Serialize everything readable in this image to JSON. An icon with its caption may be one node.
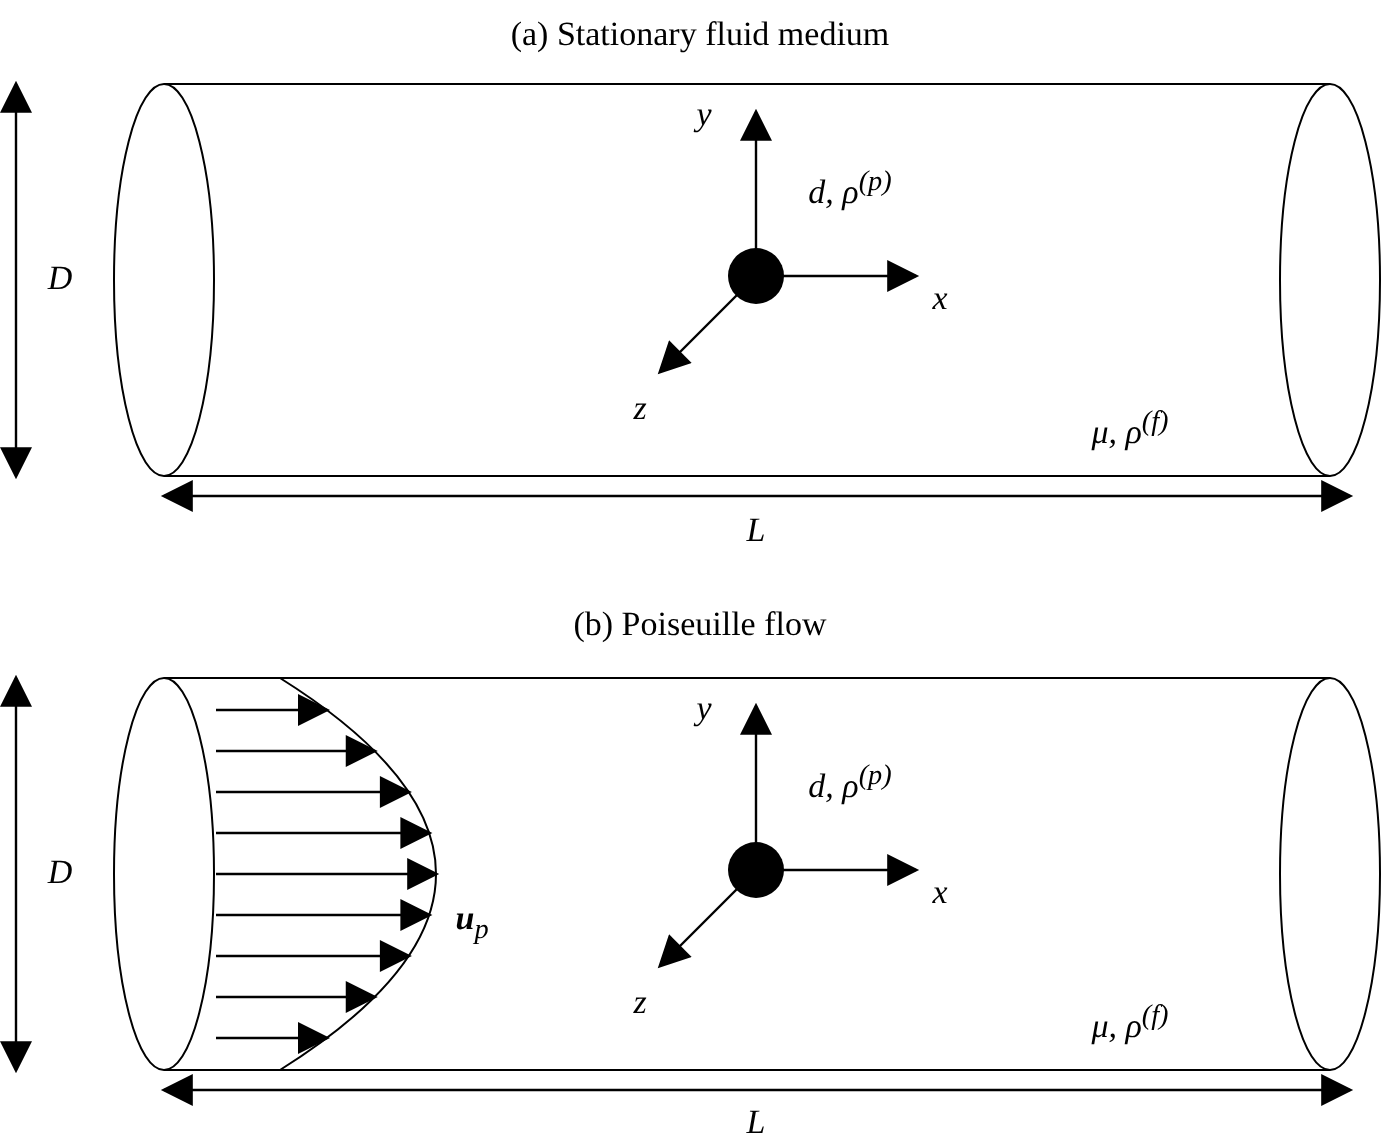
{
  "diagram": {
    "labels": [
      "(a) Stationary fluid medium",
      "y",
      "d, ρ$^{(p)}$",
      "D",
      "x",
      "z",
      "μ, ρ$^{(f)}$",
      "L",
      "(b) Poiseuille flow",
      "y",
      "d, ρ$^{(p)}$",
      "D",
      "**u**$_{p}$",
      "x",
      "z",
      "μ, ρ$^{(f)}$",
      "L"
    ]
  }
}
